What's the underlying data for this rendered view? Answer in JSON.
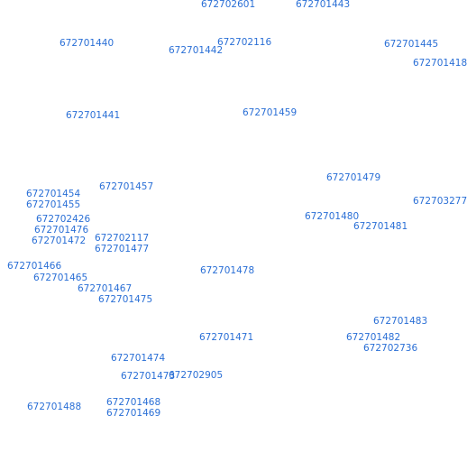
{
  "map": {
    "label_color": "#2a6fd6",
    "background_color": "#ffffff",
    "parcels": [
      {
        "id": "672702601"
      },
      {
        "id": "672701443"
      },
      {
        "id": "672701440"
      },
      {
        "id": "672702116"
      },
      {
        "id": "672701442"
      },
      {
        "id": "672701445"
      },
      {
        "id": "672701418"
      },
      {
        "id": "672701441"
      },
      {
        "id": "672701459"
      },
      {
        "id": "672701479"
      },
      {
        "id": "672701457"
      },
      {
        "id": "672701454"
      },
      {
        "id": "672701455"
      },
      {
        "id": "672703277"
      },
      {
        "id": "672701480"
      },
      {
        "id": "672702426"
      },
      {
        "id": "672701476"
      },
      {
        "id": "672701481"
      },
      {
        "id": "672702117"
      },
      {
        "id": "672701472"
      },
      {
        "id": "672701477"
      },
      {
        "id": "672701466"
      },
      {
        "id": "672701478"
      },
      {
        "id": "672701465"
      },
      {
        "id": "672701467"
      },
      {
        "id": "672701475"
      },
      {
        "id": "672701483"
      },
      {
        "id": "672701471"
      },
      {
        "id": "672701482"
      },
      {
        "id": "672702736"
      },
      {
        "id": "672701474"
      },
      {
        "id": "672701473"
      },
      {
        "id": "672702905"
      },
      {
        "id": "672701468"
      },
      {
        "id": "672701488"
      },
      {
        "id": "672701469"
      }
    ]
  }
}
